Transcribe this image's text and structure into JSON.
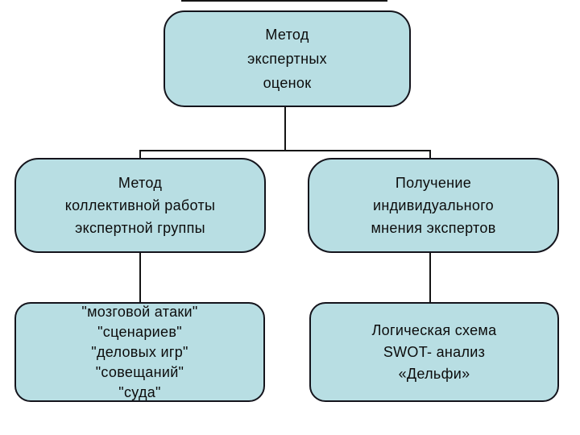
{
  "diagram": {
    "title": "Метод экспертных оценок",
    "colors": {
      "background": "#ffffff",
      "box_fill": "#b8dee3",
      "box_border": "#14141c",
      "connector": "#141414",
      "text": "#0c0c0c"
    },
    "nodes": {
      "root": {
        "lines": [
          "Метод",
          "экспертных",
          "оценок"
        ]
      },
      "collective": {
        "lines": [
          "Метод",
          "коллективной работы",
          "экспертной группы"
        ]
      },
      "individual": {
        "lines": [
          "Получение",
          "индивидуального",
          "мнения экспертов"
        ]
      },
      "collective_kinds": {
        "lines": [
          "\"мозговой атаки\"",
          "\"сценариев\"",
          "\"деловых игр\"",
          "\"совещаний\"",
          "\"суда\""
        ]
      },
      "individual_kinds": {
        "lines": [
          "Логическая схема",
          "SWOT- анализ",
          "«Дельфи»"
        ]
      }
    },
    "edges": [
      {
        "from": "root",
        "to": "collective"
      },
      {
        "from": "root",
        "to": "individual"
      },
      {
        "from": "collective",
        "to": "collective_kinds"
      },
      {
        "from": "individual",
        "to": "individual_kinds"
      }
    ]
  }
}
